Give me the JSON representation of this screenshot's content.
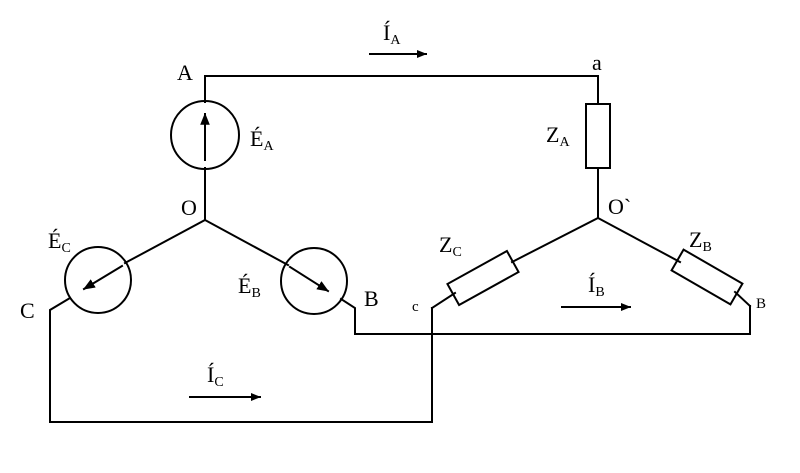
{
  "diagram": {
    "nodes": {
      "A": "A",
      "a": "a",
      "O": "O",
      "O_prime": "O`",
      "C": "C",
      "B": "B",
      "c": "c",
      "b": "B"
    },
    "sources": {
      "EA": {
        "main": "É",
        "sub": "A"
      },
      "EB": {
        "main": "É",
        "sub": "B"
      },
      "EC": {
        "main": "É",
        "sub": "C"
      }
    },
    "impedances": {
      "ZA": {
        "main": "Z",
        "sub": "A"
      },
      "ZB": {
        "main": "Z",
        "sub": "B"
      },
      "ZC": {
        "main": "Z",
        "sub": "C"
      }
    },
    "currents": {
      "IA": {
        "main": "Í",
        "sub": "A"
      },
      "IB": {
        "main": "Í",
        "sub": "B"
      },
      "IC": {
        "main": "Í",
        "sub": "C"
      }
    }
  }
}
